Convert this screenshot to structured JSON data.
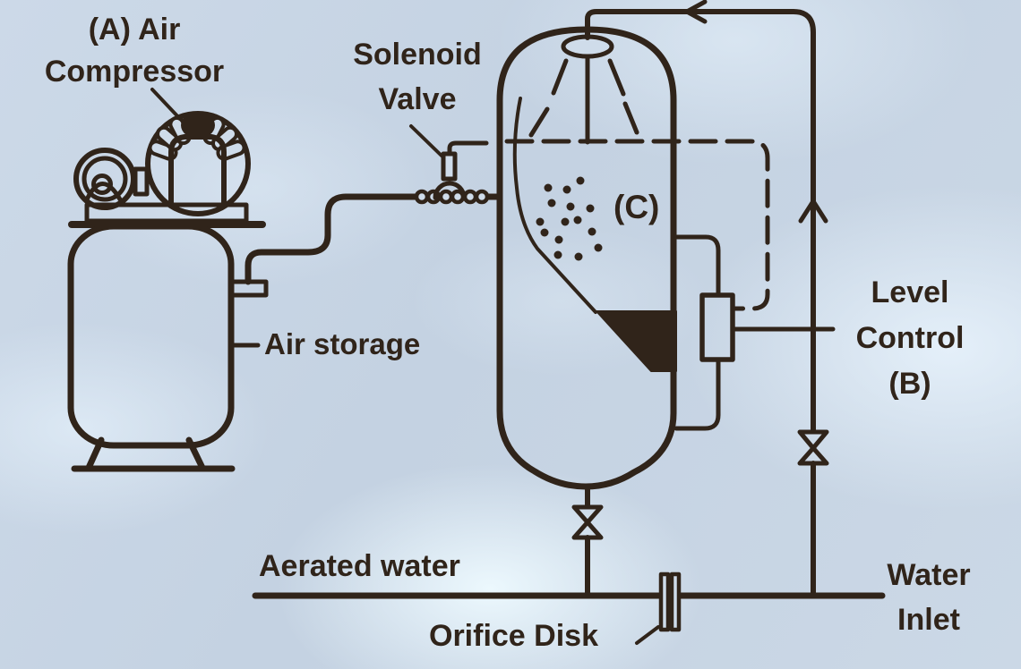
{
  "diagram": {
    "colors": {
      "ink": "#30241a",
      "bg_base": "#c7d5e4"
    },
    "labels": {
      "compressor_line1": "(A) Air",
      "compressor_line2": "Compressor",
      "solenoid_line1": "Solenoid",
      "solenoid_line2": "Valve",
      "air_storage": "Air storage",
      "vessel_c": "(C)",
      "level_line1": "Level",
      "level_line2": "Control",
      "level_line3": "(B)",
      "aerated_water": "Aerated water",
      "orifice_disk": "Orifice Disk",
      "water_inlet_line1": "Water",
      "water_inlet_line2": "Inlet"
    }
  }
}
